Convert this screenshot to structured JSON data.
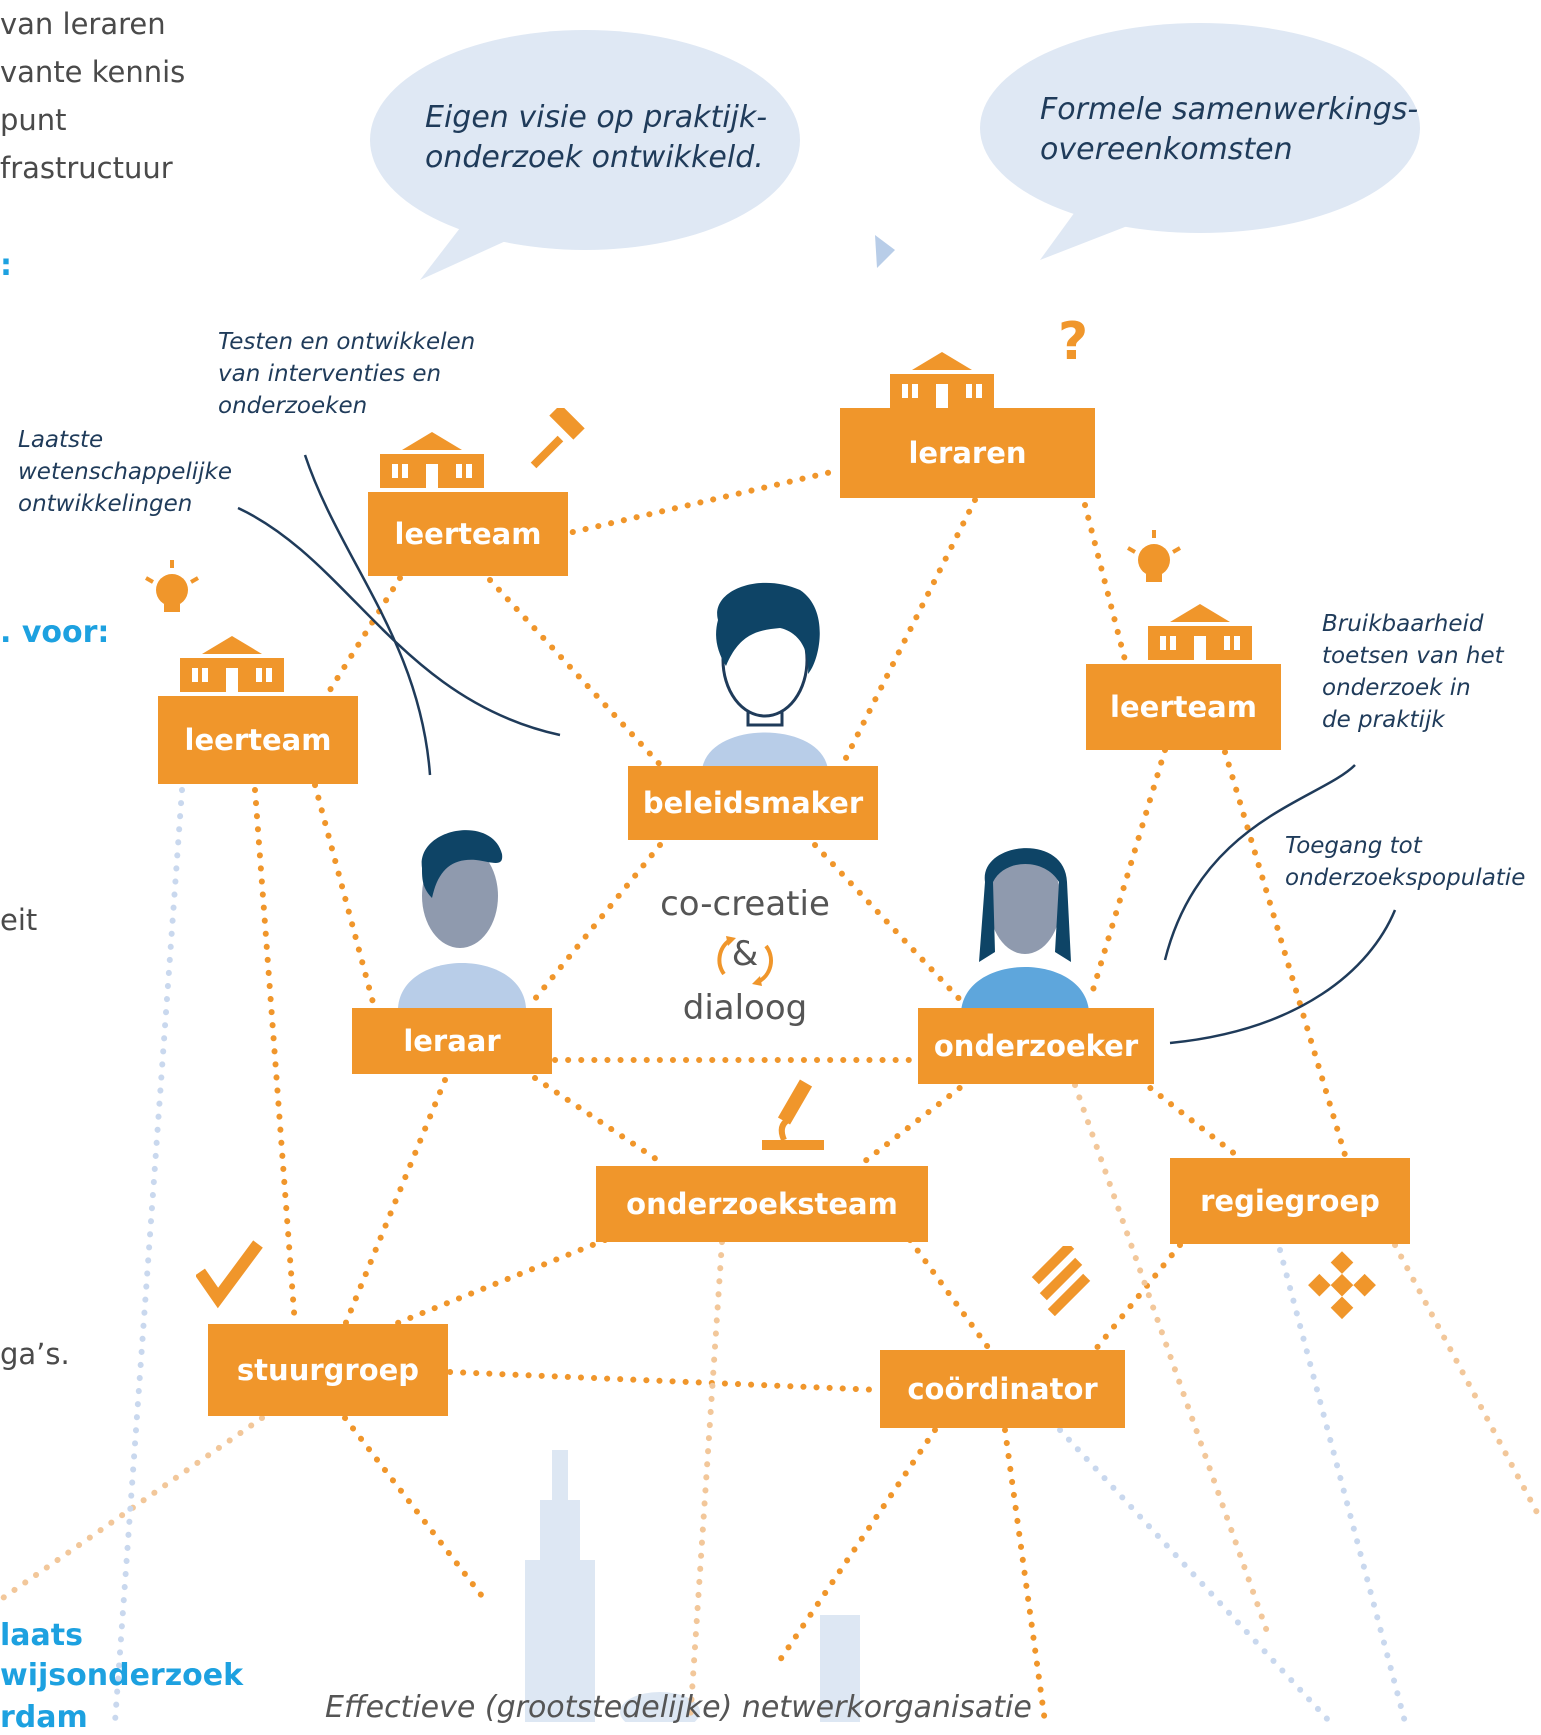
{
  "left_text": {
    "lines": [
      "van leraren",
      "vante kennis",
      "punt",
      "frastructuur"
    ],
    "colon_fragment": ":",
    "voor_fragment": ". voor:",
    "eit_fragment": "eit",
    "gas_fragment": "ga’s.",
    "bottom_lines": [
      "laats",
      "wijsonderzoek",
      "rdam"
    ]
  },
  "bubbles": {
    "left": "Eigen visie op praktijk-\nonderzoek ontwikkeld.",
    "right": "Formele samenwerkings-\novereenkomsten"
  },
  "notes": {
    "testen": "Testen en ontwikkelen\nvan interventies en\nonderzoeken",
    "laatste": "Laatste\nwetenschappelijke\nontwikkelingen",
    "bruikbaarheid": "Bruikbaarheid\ntoetsen van het\nonderzoek in\nde praktijk",
    "toegang": "Toegang tot\nonderzoekspopulatie"
  },
  "nodes": {
    "leraren": "leraren",
    "leerteam_top": "leerteam",
    "leerteam_left": "leerteam",
    "leerteam_right": "leerteam",
    "beleidsmaker": "beleidsmaker",
    "leraar": "leraar",
    "onderzoeker": "onderzoeker",
    "onderzoeksteam": "onderzoeksteam",
    "regiegroep": "regiegroep",
    "stuurgroep": "stuurgroep",
    "coordinator": "coördinator"
  },
  "center": {
    "cocreatie": "co-creatie",
    "amp": "&",
    "dialoog": "dialoog"
  },
  "footer": "Effectieve (grootstedelijke) netwerkorganisatie",
  "colors": {
    "orange": "#f0962b",
    "navy": "#1f3b5a",
    "light_blue": "#b8cde8",
    "mid_blue": "#5ea6dc",
    "grey_face": "#8f9aae",
    "hair": "#0e4466",
    "accent_blue": "#1da1e0"
  },
  "icons": [
    "school-icon",
    "hammer-icon",
    "question-icon",
    "lightbulb-icon",
    "microscope-icon",
    "checkmark-icon",
    "stack-icon",
    "checker-icon",
    "cycle-arrows-icon"
  ]
}
